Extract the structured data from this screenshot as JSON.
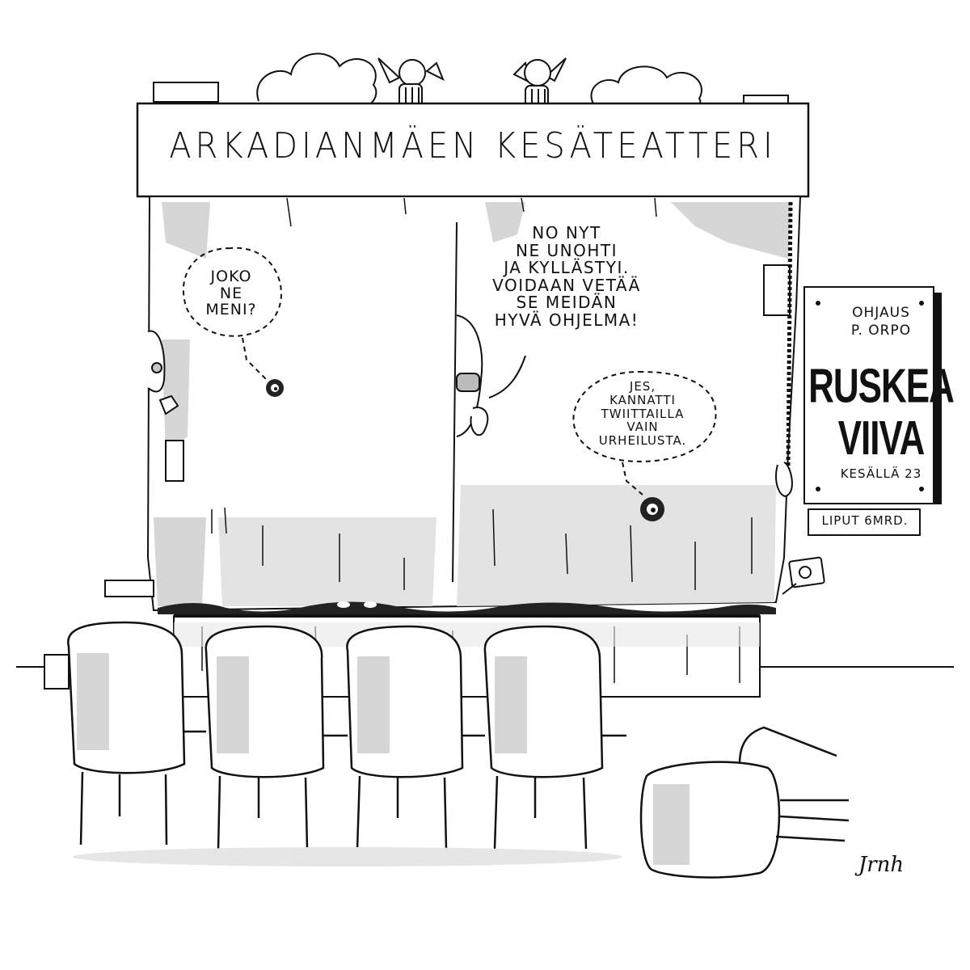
{
  "theater": {
    "title": "ARKADIANMÄEN KESÄTEATTERI"
  },
  "speech": {
    "left": "JOKO\nNE\nMENI?",
    "middle": "NO NYT\nNE UNOHTI\nJA KYLLÄSTYI.\nVOIDAAN VETÄÄ\nSE MEIDÄN\nHYVÄ OHJELMA!",
    "right": "JES,\nKANNATTI\nTWIITTAILLA\nVAIN\nURHEILUSTA."
  },
  "poster": {
    "director": "OHJAUS\nP. ORPO",
    "title": "RUSKEA\nVIIVA",
    "date": "KESÄLLÄ 23",
    "tickets": "LIPUT 6MRD."
  },
  "signature": "Jrnh",
  "colors": {
    "ink": "#111111",
    "shade": "#d6d6d6",
    "paper": "#ffffff"
  }
}
